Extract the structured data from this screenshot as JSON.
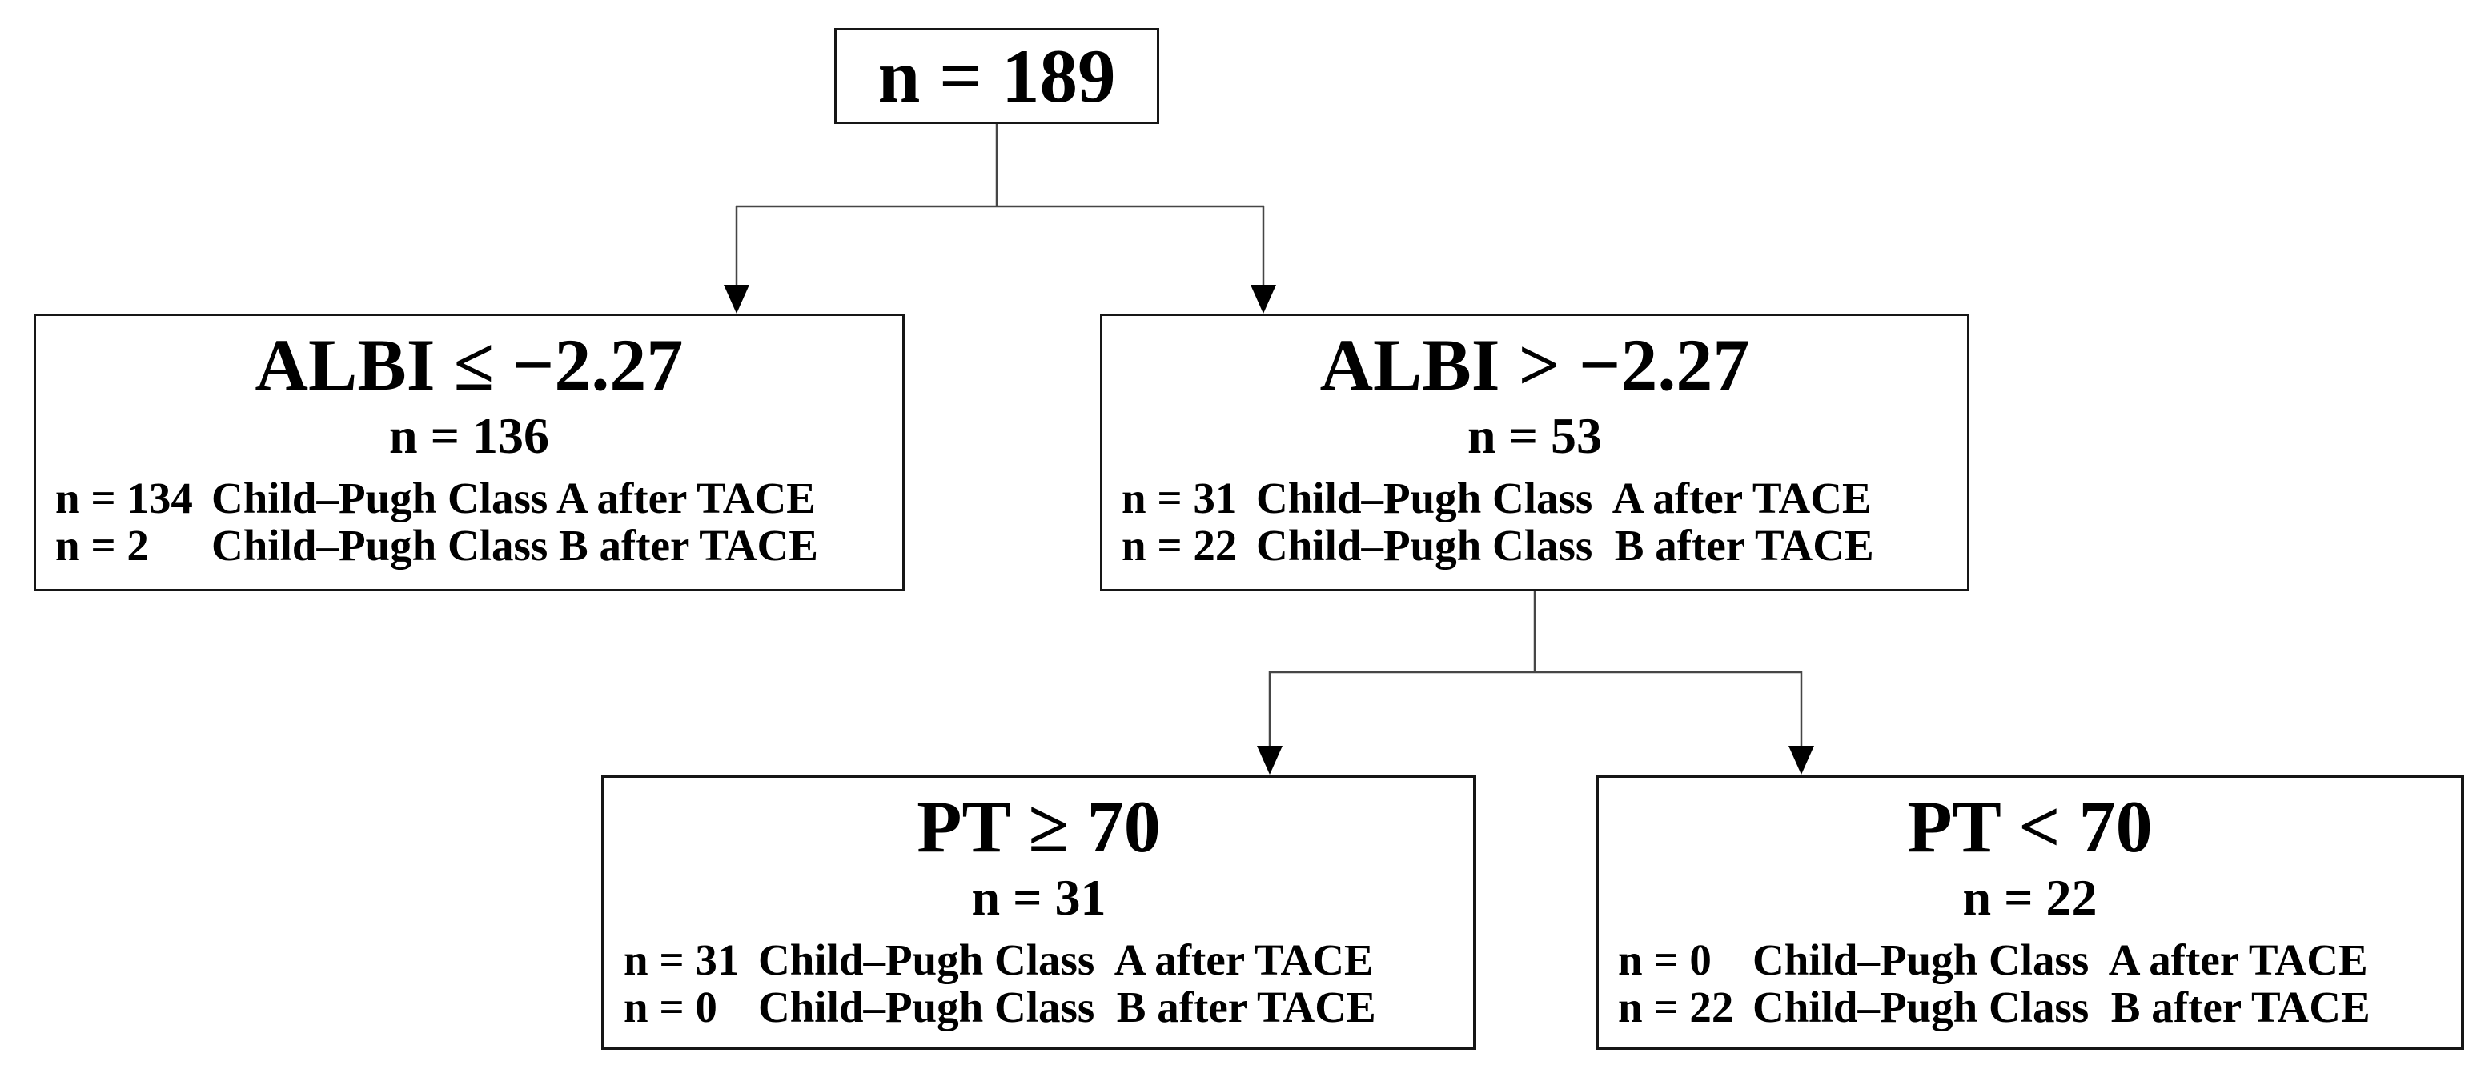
{
  "colors": {
    "background": "#ffffff",
    "text": "#000000",
    "box_border": "#161616",
    "connector_line": "#464646",
    "arrowhead": "#000000"
  },
  "nodes": {
    "total": {
      "label": "n = 189"
    },
    "albi_le": {
      "heading": "ALBI ≤ −2.27",
      "count": "n = 136",
      "rows": [
        {
          "n": "n = 134",
          "desc": "Child–Pugh Class A after TACE"
        },
        {
          "n": "n = 2",
          "desc": "Child–Pugh Class B after TACE"
        }
      ]
    },
    "albi_gt": {
      "heading": "ALBI > −2.27",
      "count": "n = 53",
      "rows": [
        {
          "n": "n = 31",
          "desc": "Child–Pugh Class  A after TACE"
        },
        {
          "n": "n = 22",
          "desc": "Child–Pugh Class  B after TACE"
        }
      ]
    },
    "pt_ge": {
      "heading": "PT ≥ 70",
      "count": "n = 31",
      "rows": [
        {
          "n": "n = 31",
          "desc": "Child–Pugh Class  A after TACE"
        },
        {
          "n": "n = 0",
          "desc": "Child–Pugh Class  B after TACE"
        }
      ]
    },
    "pt_lt": {
      "heading": "PT < 70",
      "count": "n = 22",
      "rows": [
        {
          "n": "n = 0",
          "desc": "Child–Pugh Class  A after TACE"
        },
        {
          "n": "n = 22",
          "desc": "Child–Pugh Class  B after TACE"
        }
      ]
    }
  }
}
